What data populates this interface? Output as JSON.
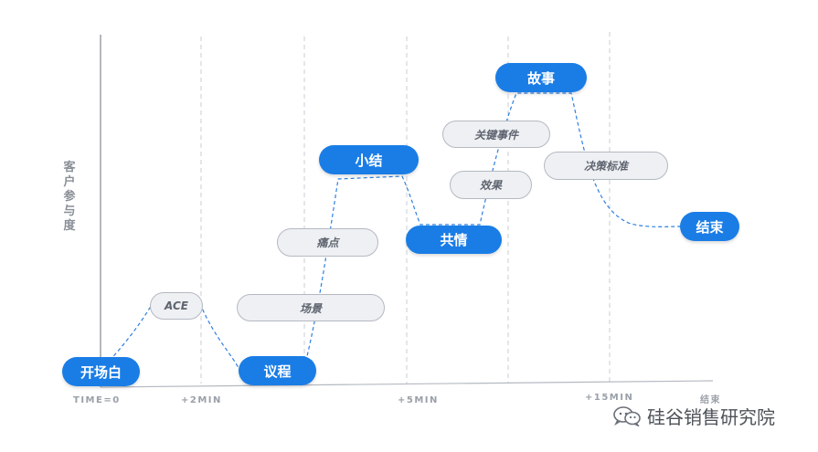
{
  "y_axis_label": "客户参与度",
  "time_labels": [
    "TIME=0",
    "+2MIN",
    "+5MIN",
    "+15MIN",
    "结束"
  ],
  "stages": {
    "opening": "开场白",
    "ace": "ACE",
    "agenda": "议程",
    "scene": "场景",
    "pain": "痛点",
    "summary": "小结",
    "empathy": "共情",
    "effect": "效果",
    "key_event": "关键事件",
    "story": "故事",
    "decision": "决策标准",
    "ending": "结束"
  },
  "colors": {
    "primary": "#1a7de6",
    "secondary_fill": "#eef0f3",
    "secondary_border": "#b4b9c1",
    "flow_line": "#2e7fe0"
  },
  "watermark": {
    "icon": "wechat-icon",
    "text": "硅谷销售研究院"
  }
}
